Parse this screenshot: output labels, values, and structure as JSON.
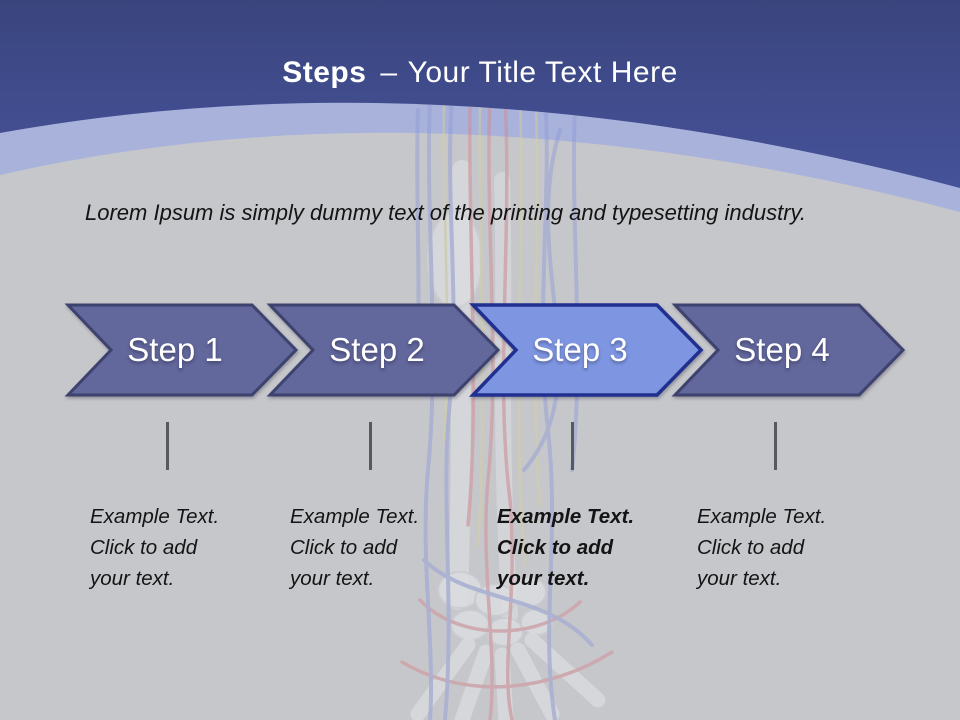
{
  "slide": {
    "title": {
      "keyword": "Steps",
      "separator": "–",
      "rest": "Your Title Text Here"
    },
    "intro": "Lorem Ipsum is simply dummy text of the printing and typesetting industry.",
    "steps": [
      {
        "label": "Step 1",
        "description": "Example Text.\nClick  to add\nyour text.",
        "fill": "#62679C",
        "border": "#3E426E",
        "emphasis": false
      },
      {
        "label": "Step 2",
        "description": "Example Text.\nClick  to add\nyour text.",
        "fill": "#62679C",
        "border": "#3E426E",
        "emphasis": false
      },
      {
        "label": "Step 3",
        "description": "Example Text.\nClick  to add\nyour text.",
        "fill": "#7E96E2",
        "border": "#203090",
        "emphasis": true
      },
      {
        "label": "Step 4",
        "description": "Example Text.\nClick  to add\nyour text.",
        "fill": "#62679C",
        "border": "#3E426E",
        "emphasis": false
      }
    ],
    "colors": {
      "header_top": "#3A457E",
      "header_bottom": "#5F71C8",
      "arc_band": "#A9B2DB",
      "canvas_gray": "#C6C7CB",
      "step_text": "#FFFFFF",
      "tick": "#58595D",
      "body_text": "#141414"
    }
  }
}
